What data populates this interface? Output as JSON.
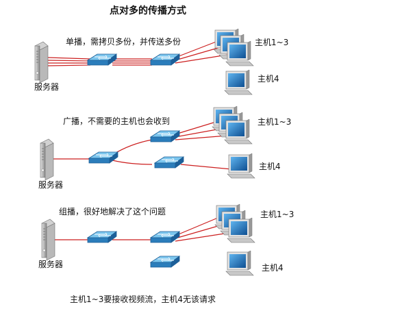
{
  "title": "点对多的传播方式",
  "server_label": "服务器",
  "host_group_label": "主机1~3",
  "host_single_label": "主机4",
  "sections": {
    "unicast": {
      "caption": "单播，需拷贝多份，并传送多份"
    },
    "broadcast": {
      "caption": "广播，不需要的主机也会收到"
    },
    "multicast": {
      "caption": "组播，很好地解决了这个问题"
    }
  },
  "footer": "主机1~3要接收视频流，主机4无该请求",
  "colors": {
    "link": "#cc1f1f",
    "switch_top": "#6fbde8",
    "switch_side": "#2d7fbd",
    "monitor_screen": "#1f6fb8",
    "server": "#a9a9a9"
  }
}
